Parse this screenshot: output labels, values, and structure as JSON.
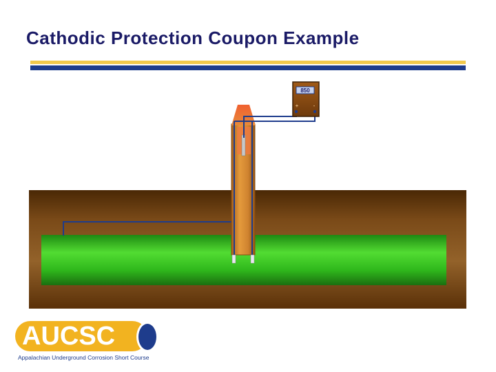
{
  "slide": {
    "title": "Cathodic Protection Coupon Example"
  },
  "diagram": {
    "meter": {
      "reading": "850",
      "positive_terminal": "+",
      "negative_terminal": "-"
    },
    "colors": {
      "soil": "#6b3d0e",
      "pipe": "#2fc81e",
      "tube": "#d98a2c",
      "wire": "#1e3c8c",
      "title": "#1a1a66",
      "accent": "#f2c94c"
    }
  },
  "logo": {
    "word": "AUCSC",
    "tagline": "Appalachian Underground Corrosion Short Course"
  }
}
